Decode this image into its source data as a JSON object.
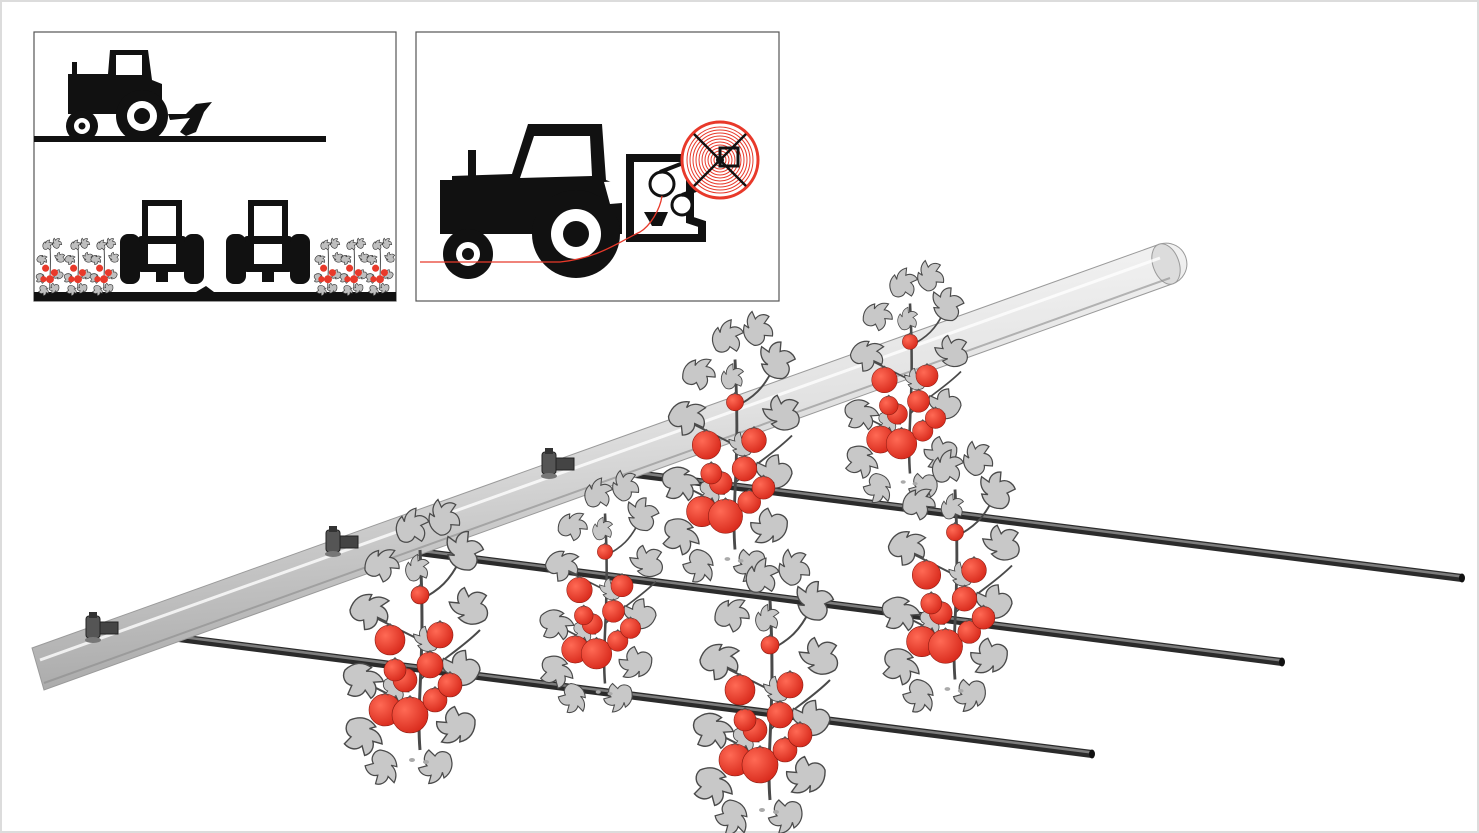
{
  "diagram": {
    "panels": [
      {
        "name": "tillage-panel",
        "content": [
          "tractor-with-plough",
          "tractors-in-rows"
        ]
      },
      {
        "name": "drip-tape-laying-panel",
        "content": [
          "tractor-with-reel-unit"
        ]
      }
    ],
    "main_scene": {
      "mainline": "header-pipe",
      "laterals": 3,
      "plants": 6
    },
    "colors": {
      "silhouette": "#111111",
      "tomato": "#e8392a",
      "leaf_fill": "#c8c8c8",
      "leaf_stroke": "#4a4a4a",
      "pipe_fill": "#e6e6e6",
      "lateral": "#505050",
      "reel_line": "#e8392a",
      "frame": "#555555"
    }
  }
}
